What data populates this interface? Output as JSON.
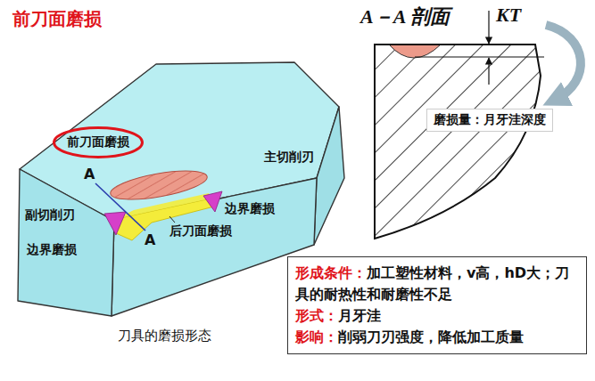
{
  "diagram": {
    "title": "前刀面磨损",
    "caption": "刀具的磨损形态",
    "nodes": [
      {
        "text": [
          "前刀面磨损"
        ]
      },
      {
        "text": [
          "磨损量：月牙洼深度"
        ]
      },
      {
        "text": [
          "形成条件：",
          "加工塑性材料，v高，hD大；刀具的耐热性和耐磨性不足",
          "形式：",
          "月牙洼",
          "影响：",
          "削弱刀刃强度，降低加工质量"
        ]
      }
    ],
    "labels": [
      "主切削刃",
      "副切削刃",
      "边界磨损",
      "边界磨损",
      "后刀面磨损",
      "A",
      "A",
      "A－A 剖面",
      "KT"
    ]
  }
}
